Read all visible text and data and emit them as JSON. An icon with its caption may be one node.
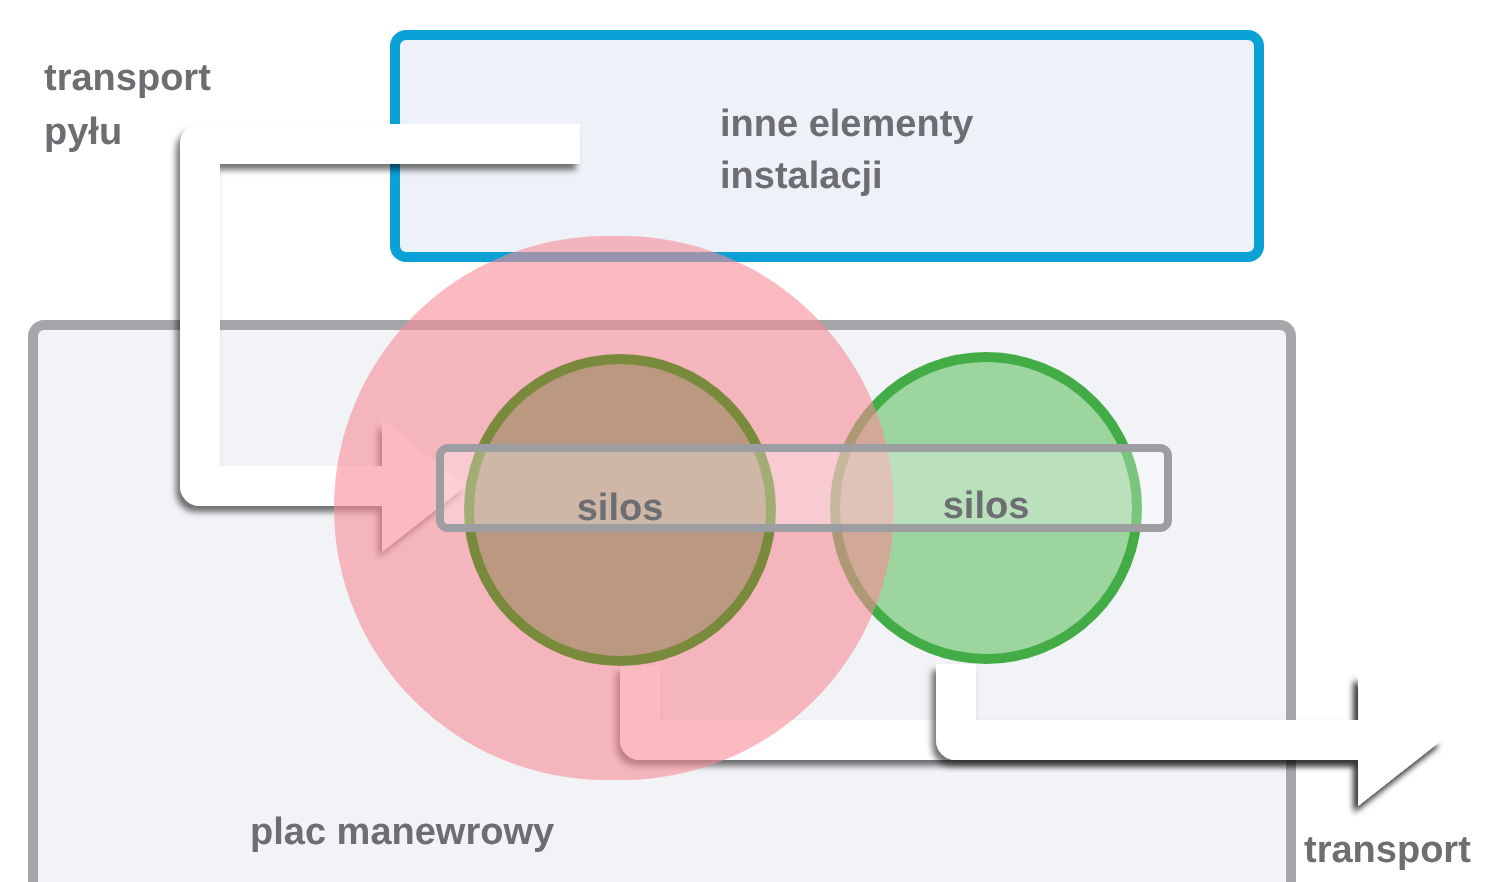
{
  "diagram": {
    "nodes": [
      {
        "text": [
          "inne elementy instalacji"
        ]
      },
      {
        "text": [
          "plac manewrowy"
        ]
      },
      {
        "text": [],
        "shape": "circle"
      },
      {
        "text": [
          "silos"
        ],
        "in": 2
      },
      {
        "text": [
          "silos"
        ],
        "in": 1
      },
      {
        "text": [
          "transport"
        ]
      }
    ],
    "edges": [
      {
        "from": 0,
        "to": 3,
        "arrow": "to"
      },
      {
        "from": 3,
        "to": 5,
        "arrow": "to"
      },
      {
        "from": 4,
        "to": 5,
        "arrow": "to"
      }
    ],
    "labels": [
      "transport pyłu"
    ]
  }
}
